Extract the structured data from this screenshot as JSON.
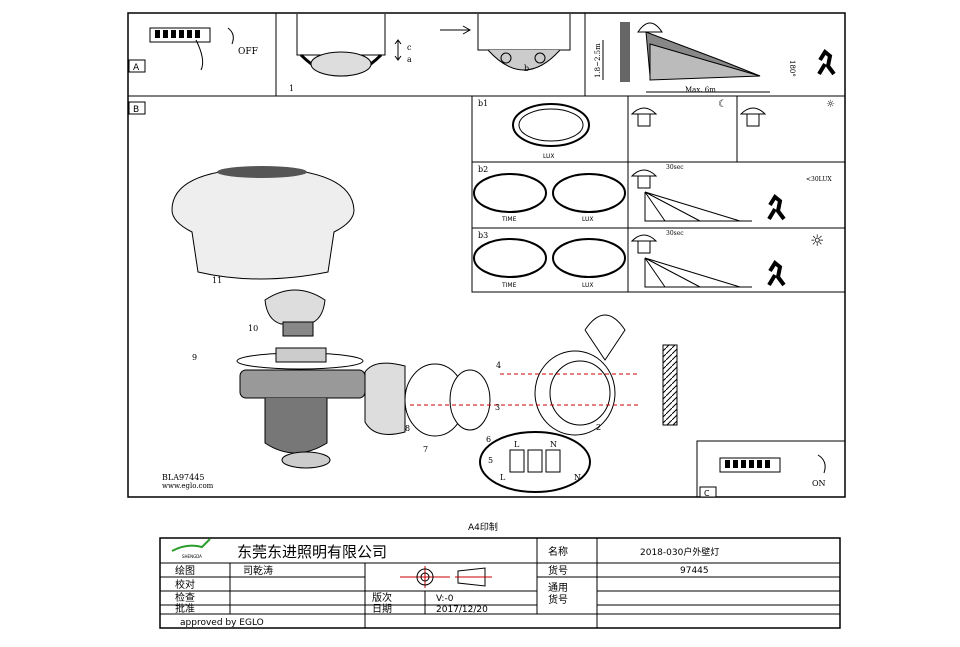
{
  "drawing": {
    "panel_labels": {
      "a": "A",
      "b": "B",
      "c": "C"
    },
    "switch_off": "OFF",
    "switch_on": "ON",
    "step_labels": {
      "s1": "1",
      "a": "a",
      "b": "b",
      "c": "c",
      "b1": "b1",
      "b2": "b2",
      "b3": "b3",
      "s2": "2",
      "s3": "3",
      "s4": "4",
      "s5": "5",
      "s6": "6",
      "s7": "7",
      "s8": "8",
      "s9": "9",
      "s10": "10",
      "s11": "11"
    },
    "detection": {
      "height": "1.8~2.5m",
      "max": "Max. 6m",
      "angle": "180°"
    },
    "dial": {
      "lux": "LUX",
      "time": "TIME"
    },
    "timing": {
      "b2_time": "30sec",
      "b2_lux": "<30LUX",
      "b3_time": "30sec"
    },
    "terminal": {
      "l": "L",
      "n": "N"
    },
    "model": "BLA97445",
    "website": "www.eglo.com"
  },
  "print_note": "A4印制",
  "title_block": {
    "company": "东莞东进照明有限公司",
    "logo_text": "SHENGDA LIGHTING",
    "name_label": "名称",
    "name_value": "2018-030户外壁灯",
    "drawn_label": "绘图",
    "drawn_value": "司乾涛",
    "checked_label": "校对",
    "inspected_label": "检查",
    "approved_label": "批准",
    "item_label": "货号",
    "item_value": "97445",
    "general_item_label": "通用\n货号",
    "version_label": "版次",
    "version_value": "V:-0",
    "date_label": "日期",
    "date_value": "2017/12/20",
    "approved_by": "approved by EGLO"
  }
}
